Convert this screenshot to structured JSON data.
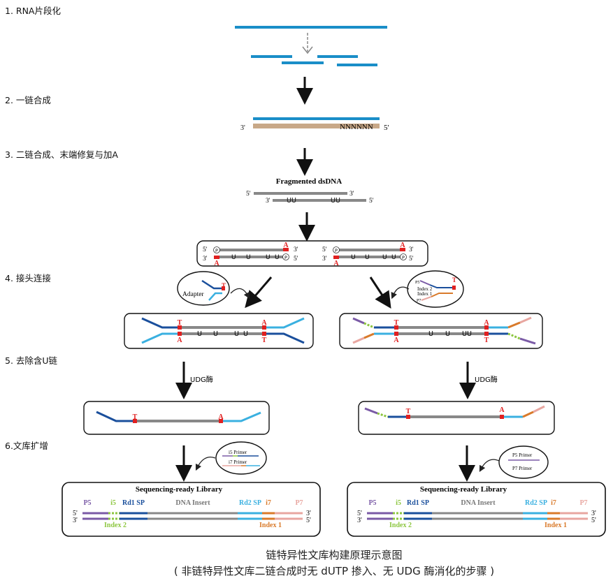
{
  "steps": {
    "s1": "1. RNA片段化",
    "s2": "2. 一链合成",
    "s3": "3. 二链合成、末端修复与加A",
    "s4": "4. 接头连接",
    "s5": "5. 去除含U链",
    "s6": "6.文库扩增"
  },
  "strand_ends": {
    "five": "5'",
    "three": "3'"
  },
  "first_strand": {
    "random_primer": "NNNNNN"
  },
  "fragmented": {
    "title": "Fragmented dsDNA",
    "u": "U"
  },
  "bases": {
    "t": "T",
    "a": "A",
    "p": "P"
  },
  "adapters": {
    "left_label": "Adapter",
    "index2": "Index 2",
    "index1": "Index 1",
    "p5_small": "P5",
    "p7_small": "P7"
  },
  "enzyme": {
    "udg": "UDG酶"
  },
  "primers": {
    "i5": "i5 Primer",
    "i7": "i7 Primer",
    "p5": "P5 Primer",
    "p7": "P7 Primer"
  },
  "library": {
    "title": "Sequencing-ready Library",
    "p5": "P5",
    "i5": "i5",
    "rd1": "Rd1 SP",
    "insert": "DNA Insert",
    "rd2": "Rd2 SP",
    "i7": "i7",
    "p7": "P7",
    "index2": "Index 2",
    "index1": "Index 1"
  },
  "caption": {
    "line1": "链特异性文库构建原理示意图",
    "line2": "( 非链特异性文库二链合成时无 dUTP 掺入、无 UDG 酶消化的步骤 )"
  },
  "colors": {
    "rna": "#1a8ec8",
    "cdna": "#c8a888",
    "dna": "#7a7a7a",
    "darkblue": "#1a4f9c",
    "lightblue": "#3ab0e0",
    "red": "#e02020",
    "purple": "#7a5aa6",
    "green": "#8cc63f",
    "orange": "#d97a2a",
    "pink": "#e8a6a0"
  }
}
